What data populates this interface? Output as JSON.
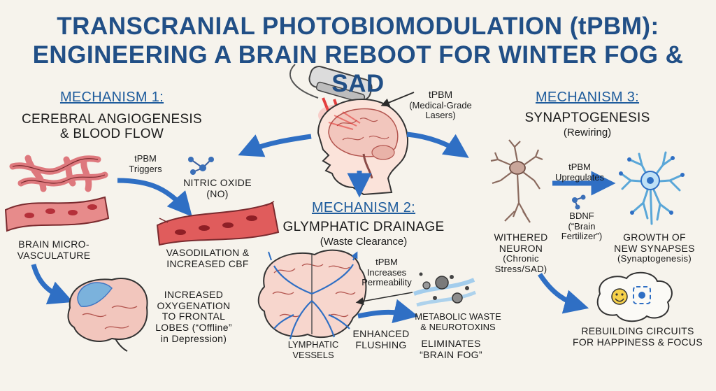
{
  "title": {
    "line1": "TRANSCRANIAL PHOTOBIOMODULATION (tPBM):",
    "line2": "ENGINEERING A BRAIN REBOOT FOR WINTER FOG & SAD"
  },
  "center": {
    "device_label_line1": "tPBM",
    "device_label_line2": "(Medical-Grade",
    "device_label_line3": "Lasers)"
  },
  "mechanism1": {
    "heading": "MECHANISM 1:",
    "subtitle_line1": "CEREBRAL ANGIOGENESIS",
    "subtitle_line2": "& BLOOD FLOW",
    "trigger_line1": "tPBM",
    "trigger_line2": "Triggers",
    "no_line1": "NITRIC OXIDE",
    "no_line2": "(NO)",
    "vessel_line1": "BRAIN MICRO-",
    "vessel_line2": "VASCULATURE",
    "vaso_line1": "VASODILATION &",
    "vaso_line2": "INCREASED CBF",
    "oxy_line1": "INCREASED",
    "oxy_line2": "OXYGENATION",
    "oxy_line3": "TO FRONTAL",
    "oxy_line4": "LOBES (“Offline”",
    "oxy_line5": "in Depression)"
  },
  "mechanism2": {
    "heading": "MECHANISM 2:",
    "subtitle": "GLYMPHATIC DRAINAGE",
    "paren": "(Waste Clearance)",
    "perm_line1": "tPBM",
    "perm_line2": "Increases",
    "perm_line3": "Permeability",
    "flush_line1": "ENHANCED",
    "flush_line2": "FLUSHING",
    "lymph_line1": "LYMPHATIC",
    "lymph_line2": "VESSELS",
    "waste_line1": "METABOLIC WASTE",
    "waste_line2": "& NEUROTOXINS",
    "elim_line1": "ELIMINATES",
    "elim_line2": "“BRAIN FOG”"
  },
  "mechanism3": {
    "heading": "MECHANISM 3:",
    "subtitle": "SYNAPTOGENESIS",
    "paren": "(Rewiring)",
    "up_line1": "tPBM",
    "up_line2": "Upregulates",
    "bdnf_line1": "BDNF",
    "bdnf_line2": "(“Brain",
    "bdnf_line3": "Fertilizer”)",
    "withered_line1": "WITHERED",
    "withered_line2": "NEURON",
    "withered_line3": "(Chronic Stress/SAD)",
    "growth_line1": "GROWTH OF",
    "growth_line2": "NEW SYNAPSES",
    "growth_line3": "(Synaptogenesis)",
    "rebuild_line1": "REBUILDING CIRCUITS",
    "rebuild_line2": "FOR HAPPINESS & FOCUS"
  },
  "colors": {
    "title_blue": "#214f86",
    "mech_blue": "#1f5c9c",
    "arrow_blue": "#2f6fc4",
    "vessel_red": "#d9626a",
    "brain_pink": "#f2c6bd",
    "laser_red": "#e02020",
    "neuron_brown": "#8a6a5e",
    "neuron_blue": "#5aa7d8",
    "background": "#f6f3ec"
  },
  "icons": [
    "laser-device-icon",
    "head-brain-icon",
    "molecule-icon",
    "blood-vessel-icon",
    "dilated-vessel-icon",
    "brain-icon",
    "glymphatic-brain-icon",
    "waste-particles-icon",
    "withered-neuron-icon",
    "healthy-neuron-icon",
    "face-focus-icon"
  ]
}
